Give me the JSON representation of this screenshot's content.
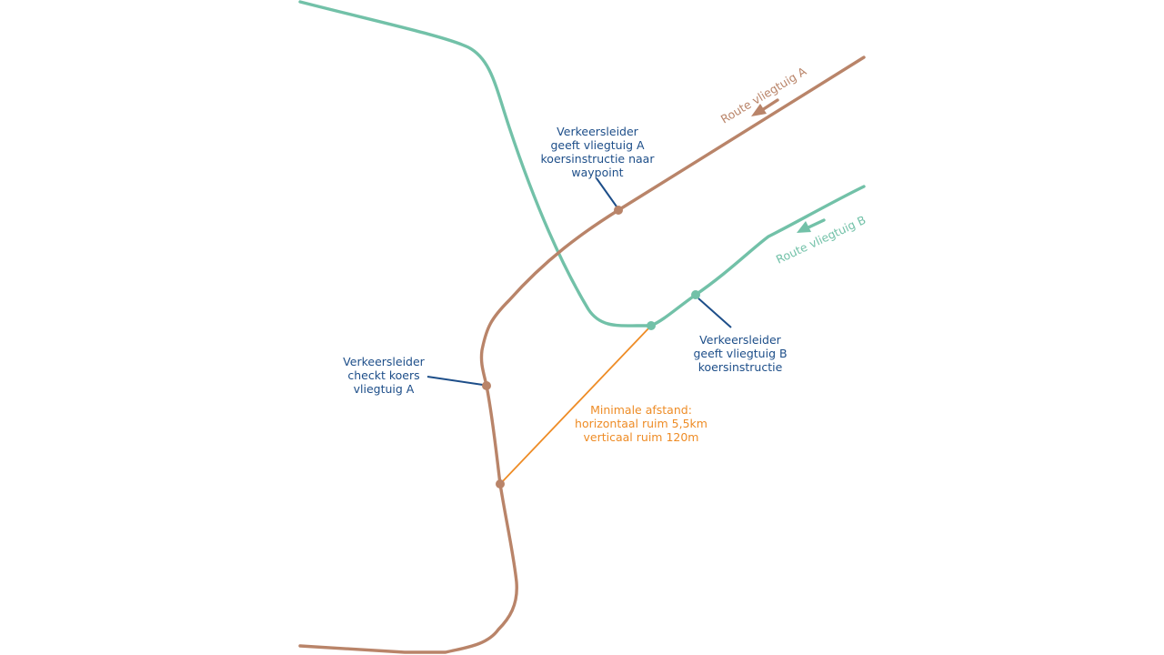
{
  "colors": {
    "route_a": "#b98469",
    "route_b": "#72c1a8",
    "annotation": "#1d4e89",
    "distance": "#ee8c26",
    "background": "#ffffff"
  },
  "routes": {
    "a_label": "Route vliegtuig A",
    "b_label": "Route vliegtuig B"
  },
  "annotations": {
    "controller_heading_a": [
      "Verkeersleider",
      "geeft vliegtuig A",
      "koersinstructie naar",
      "waypoint"
    ],
    "controller_check_a": [
      "Verkeersleider",
      "checkt koers",
      "vliegtuig A"
    ],
    "controller_heading_b": [
      "Verkeersleider",
      "geeft vliegtuig B",
      "koersinstructie"
    ],
    "minimum_distance": [
      "Minimale afstand:",
      "horizontaal ruim 5,5km",
      "verticaal ruim 120m"
    ]
  }
}
